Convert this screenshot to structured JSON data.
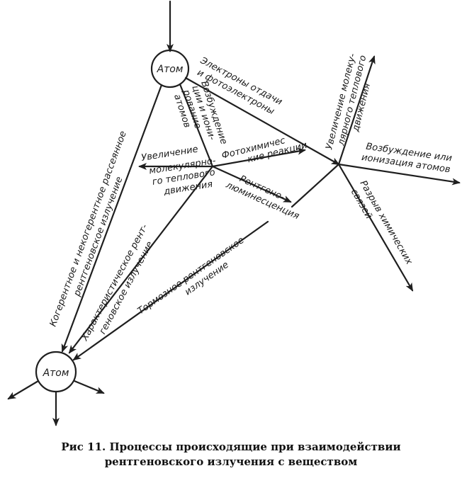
{
  "nodes": {
    "top_atom": "Атом",
    "bottom_atom": "Атом"
  },
  "labels": {
    "electrons_recoil": [
      "Электроны отдачи",
      "и фотоэлектроны"
    ],
    "excitation": [
      "Возбуждение",
      "ции и иони-",
      "рование",
      "атомов"
    ],
    "photochem": [
      "Фотохимичес",
      "кие реакции"
    ],
    "increase_molecular": [
      "Увеличение",
      "молекулярно-",
      "го теплового",
      "движения"
    ],
    "roentgenolum": [
      "Рентгено-",
      "люминесценция"
    ],
    "coherent": [
      "Когерентное и некогерентное рассеянное",
      "рентгеновское излучение"
    ],
    "characteristic": [
      "Характеристическое рент-",
      "геновское излучение"
    ],
    "bremsstrahlung": [
      "Тормозное рентгеновское",
      "излучение"
    ],
    "increase_molec_right": [
      "Увеличение молеку-",
      "лярного теплового",
      "движения"
    ],
    "excitation_right": [
      "Возбуждение или",
      "ионизация атомов"
    ],
    "bond_break": [
      "Разрыв химических",
      "связей"
    ]
  },
  "caption": {
    "line1": "Рис  11. Процессы происходящие при взаимодействии",
    "line2": "рентгеновского излучения с веществом"
  }
}
